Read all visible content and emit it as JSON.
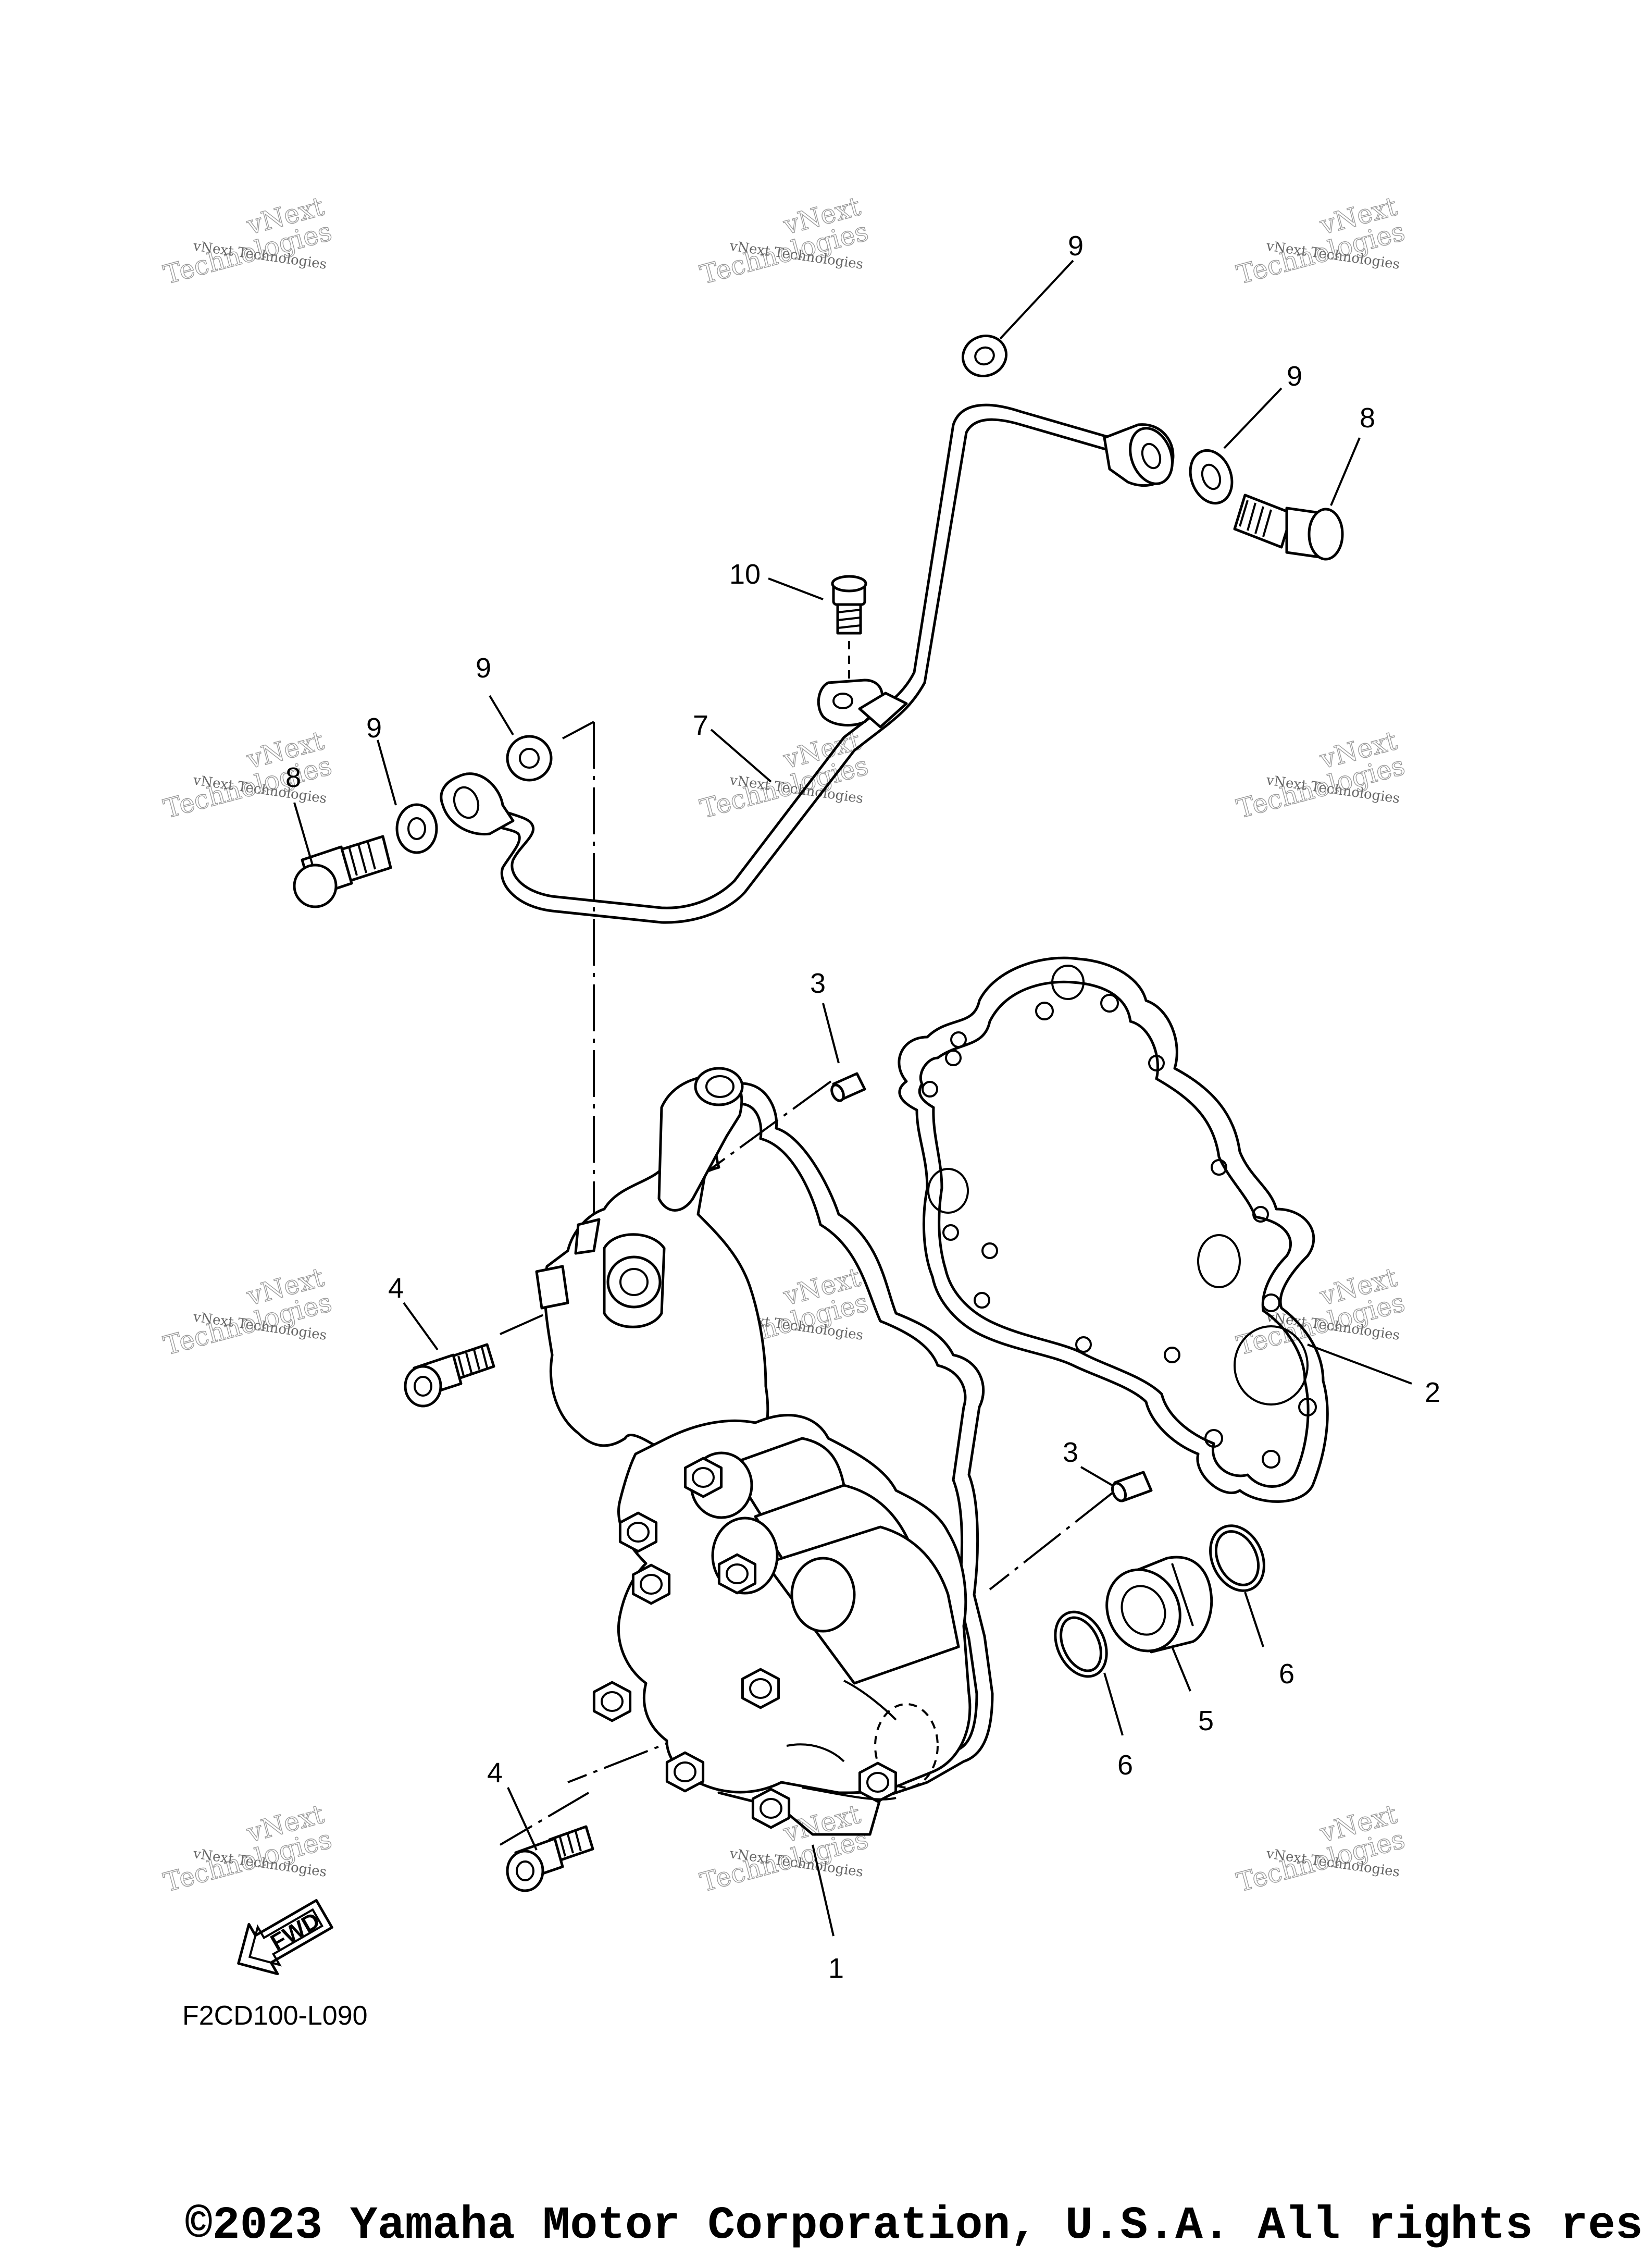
{
  "diagram": {
    "callouts": [
      {
        "key": "c1",
        "label": "1"
      },
      {
        "key": "c2",
        "label": "2"
      },
      {
        "key": "c3a",
        "label": "3"
      },
      {
        "key": "c3b",
        "label": "3"
      },
      {
        "key": "c4a",
        "label": "4"
      },
      {
        "key": "c4b",
        "label": "4"
      },
      {
        "key": "c5",
        "label": "5"
      },
      {
        "key": "c6a",
        "label": "6"
      },
      {
        "key": "c6b",
        "label": "6"
      },
      {
        "key": "c7",
        "label": "7"
      },
      {
        "key": "c8a",
        "label": "8"
      },
      {
        "key": "c8b",
        "label": "8"
      },
      {
        "key": "c9a",
        "label": "9"
      },
      {
        "key": "c9b",
        "label": "9"
      },
      {
        "key": "c9c",
        "label": "9"
      },
      {
        "key": "c9d",
        "label": "9"
      },
      {
        "key": "c10",
        "label": "10"
      }
    ],
    "fwd_label": "FWD",
    "drawing_code": "F2CD100-L090"
  },
  "watermark": {
    "small_text": "vNext Technologies",
    "large_line1": "vNext",
    "large_line2": "Technologies"
  },
  "footer": {
    "copyright": "©2023 Yamaha Motor Corporation, U.S.A. All rights res"
  }
}
